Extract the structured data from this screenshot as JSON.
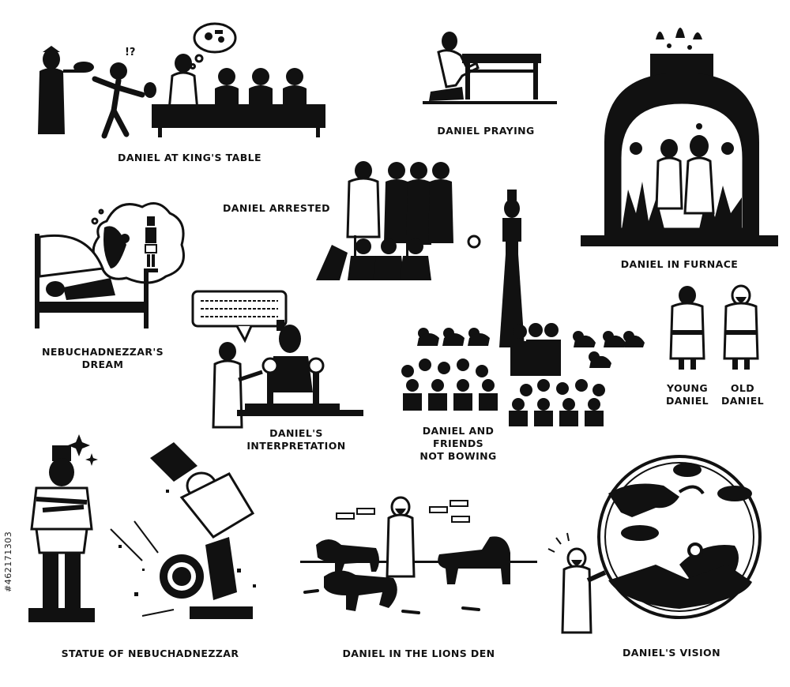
{
  "scenes": {
    "kings_table": {
      "label": "DANIEL AT KING'S TABLE",
      "exclaim": "!?"
    },
    "praying": {
      "label": "DANIEL PRAYING"
    },
    "furnace": {
      "label": "DANIEL IN FURNACE"
    },
    "arrested": {
      "label": "DANIEL ARRESTED"
    },
    "dream": {
      "label_line1": "NEBUCHADNEZZAR'S",
      "label_line2": "DREAM"
    },
    "interpretation": {
      "label_line1": "DANIEL'S",
      "label_line2": "INTERPRETATION"
    },
    "not_bowing": {
      "label_line1": "DANIEL AND",
      "label_line2": "FRIENDS",
      "label_line3": "NOT BOWING"
    },
    "young_daniel": {
      "label_line1": "YOUNG",
      "label_line2": "DANIEL"
    },
    "old_daniel": {
      "label_line1": "OLD",
      "label_line2": "DANIEL"
    },
    "statue": {
      "label": "STATUE OF NEBUCHADNEZZAR"
    },
    "lions_den": {
      "label": "DANIEL IN THE LIONS DEN"
    },
    "vision": {
      "label": "DANIEL'S VISION"
    }
  },
  "watermark": {
    "stock_id": "#462171303"
  },
  "colors": {
    "ink": "#111111",
    "paper": "#ffffff"
  }
}
